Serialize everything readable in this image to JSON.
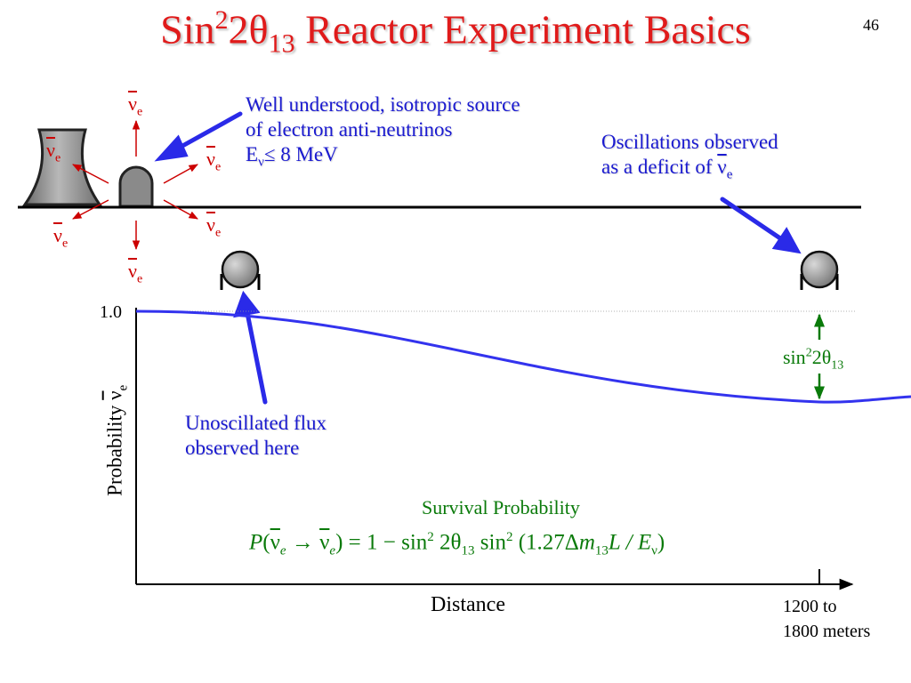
{
  "slide": {
    "title": {
      "pre": "Sin",
      "sup": "2",
      "mid": "2θ",
      "sub": "13",
      "post": " Reactor Experiment Basics"
    },
    "page_number": "46"
  },
  "neutrino_label": {
    "symbol": "ν",
    "subscript": "e"
  },
  "source_note": {
    "line1": "Well understood, isotropic source",
    "line2": "of electron anti-neutrinos",
    "line3_pre": "E",
    "line3_sub": "ν",
    "line3_post": "≤ 8 MeV"
  },
  "oscillation_note": {
    "line1": "Oscillations observed",
    "line2_pre": "as a deficit of ",
    "nu_symbol": "ν",
    "nu_sub": "e"
  },
  "unoscillated_note": {
    "line1": "Unoscillated flux",
    "line2": "observed here"
  },
  "plot": {
    "y_tick": "1.0",
    "y_label_pre": "Probability ",
    "y_label_nu": "ν",
    "y_label_sub": "e",
    "x_label": "Distance",
    "x_end_line1": "1200 to",
    "x_end_line2": "1800 meters",
    "deficit_label": {
      "pre": "sin",
      "sup": "2",
      "mid": "2θ",
      "sub": "13"
    },
    "survival_label": "Survival Probability"
  },
  "formula": {
    "P": "P",
    "nu": "ν",
    "e": "e",
    "arrow": "→",
    "equals_one_minus": ") = 1 − sin",
    "sq": "2",
    "two_theta": " 2θ",
    "sub13": "13",
    "sin2": " sin",
    "paren": " (1.27Δ",
    "m": "m",
    "L_over_E": "L / E",
    "nu_sub": "ν",
    "close": ")"
  },
  "colors": {
    "title": "#e01b1b",
    "note": "#1a1ad0",
    "neutrino": "#cc0000",
    "curve": "#3333ee",
    "deficit": "#0a7a0a"
  },
  "survival_curve": {
    "unoscillated_probability": 1.0,
    "minimum_probability_approx": 0.82
  }
}
